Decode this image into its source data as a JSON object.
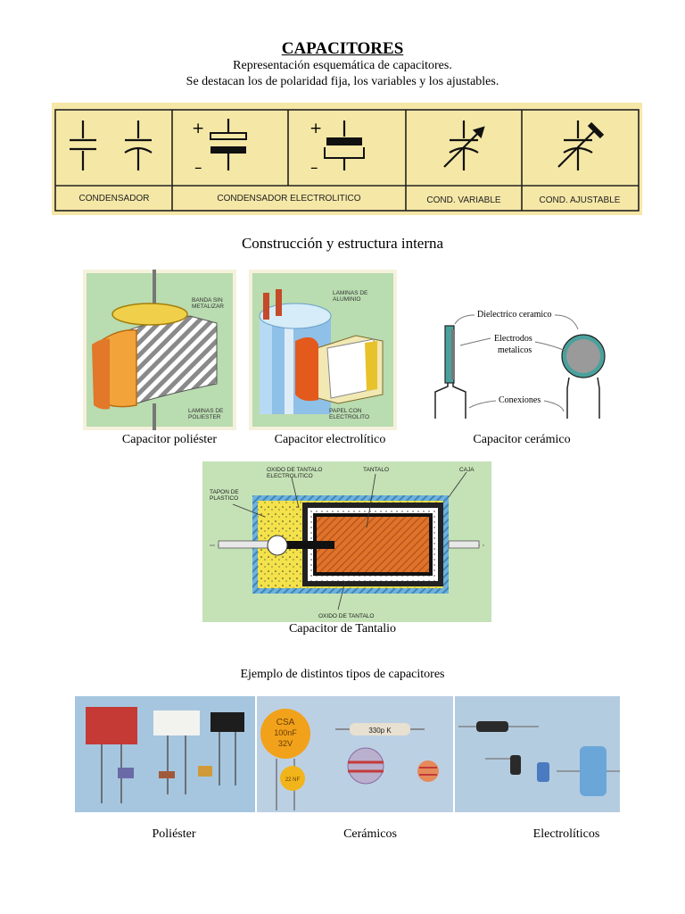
{
  "document": {
    "title": "CAPACITORES",
    "subtitle_line1": "Representación esquemática de capacitores.",
    "subtitle_line2": "Se destacan los de polaridad fija, los variables y los ajustables."
  },
  "symbol_table": {
    "labels": [
      "CONDENSADOR",
      "CONDENSADOR ELECTROLITICO",
      "COND. VARIABLE",
      "COND. AJUSTABLE"
    ],
    "plus": "+",
    "minus": "–"
  },
  "construction": {
    "heading": "Construcción y estructura interna",
    "polyester": {
      "caption": "Capacitor poliéster",
      "label_top": [
        "BANDA SIN",
        "METALIZAR"
      ],
      "label_bottom": [
        "LAMINAS DE",
        "POLIESTER"
      ]
    },
    "electrolytic": {
      "caption": "Capacitor electrolítico",
      "label_top": [
        "LAMINAS DE",
        "ALUMINIO"
      ],
      "label_bottom": [
        "PAPEL CON",
        "ELECTROLITO"
      ]
    },
    "ceramic": {
      "caption": "Capacitor cerámico",
      "label_dielectric": "Dielectrico ceramico",
      "label_electrodes": [
        "Electrodos",
        "metalicos"
      ],
      "label_connections": "Conexiones"
    },
    "tantalum": {
      "caption": "Capacitor de Tantalio",
      "label_oxide_electrolytic": [
        "OXIDO DE TANTALO",
        "ELECTROLITICO"
      ],
      "label_tantalum": "TANTALO",
      "label_case": "CAJA",
      "label_plug": [
        "TAPON DE",
        "PLASTICO"
      ],
      "label_oxide": "OXIDO DE TANTALO"
    }
  },
  "examples": {
    "heading": "Ejemplo de distintos tipos de capacitores",
    "captions": [
      "Poliéster",
      "Cerámicos",
      "Electrolíticos"
    ],
    "marks": {
      "csa_line1": "CSA",
      "csa_line2": "100nF",
      "csa_line3": "32V",
      "resistor_like": "330p K",
      "small_ceramic": "22 NF"
    }
  },
  "colors": {
    "table_bg": "#f5e7a6",
    "panel_bg": "#b9dcb0",
    "tantalum_bg": "#c5e2b6",
    "photo_bg": "#a9c8e0",
    "ceramic_teal": "#4aa19c"
  }
}
